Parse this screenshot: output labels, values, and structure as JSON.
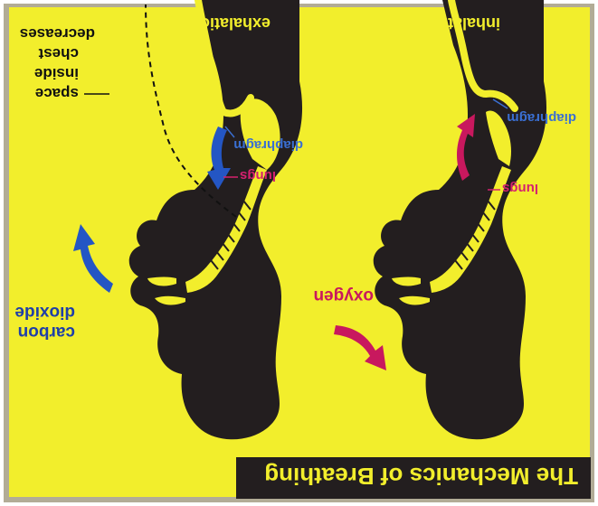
{
  "title": "The Mechanics of Breathing",
  "panels": {
    "inhalation": {
      "heading": "inhalation",
      "diaphragm_label": "diaphragm",
      "lungs_label": "lungs",
      "gas_label": "oxygen"
    },
    "exhalation": {
      "heading": "exhalation",
      "diaphragm_label": "diaphragm",
      "lungs_label": "lungs",
      "gas_label_line1": "carbon",
      "gas_label_line2": "dioxide",
      "space_line1": "space",
      "space_line2": "inside",
      "space_line3": "chest",
      "space_line4": "decreases"
    }
  },
  "colors": {
    "background": "#f2ee2c",
    "silhouette": "#231e1f",
    "frame": "#a9a38f",
    "blue_arrow": "#2456c4",
    "pink_arrow": "#c8185e"
  }
}
